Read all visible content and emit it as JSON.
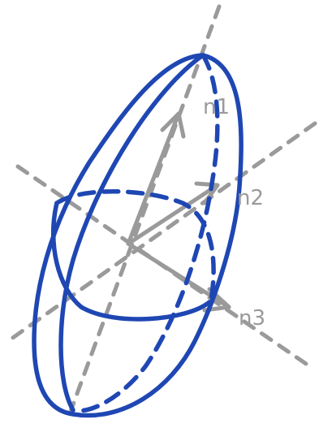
{
  "diagram": {
    "labels": {
      "n1": "n1",
      "n2": "n2",
      "n3": "n3"
    },
    "colors": {
      "ellipsoid": "#1f47b3",
      "axes": "#9a9a9a",
      "background": "#ffffff"
    }
  }
}
